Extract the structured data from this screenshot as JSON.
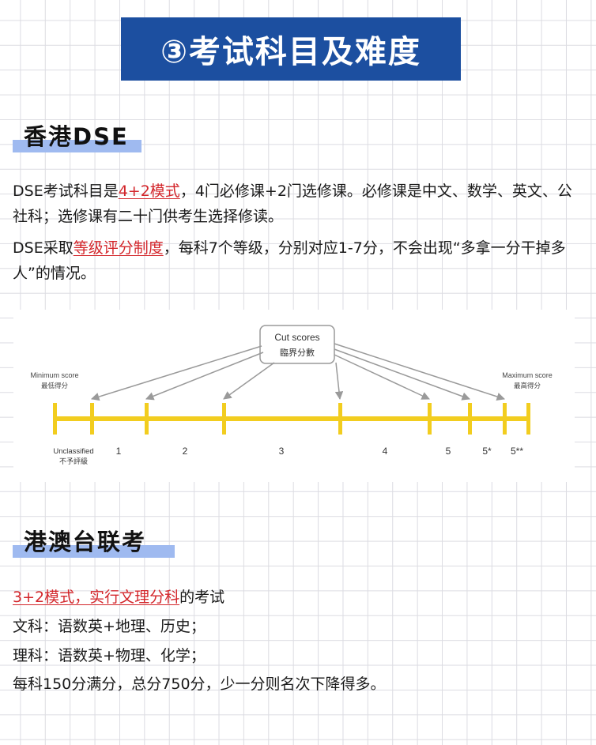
{
  "title": "③考试科目及难度",
  "section1": {
    "heading": "香港DSE",
    "p1_before": "DSE考试科目是",
    "p1_highlight": "4+2模式",
    "p1_after": "，4门必修课+2门选修课。必修课是中文、数学、英文、公社科；选修课有二十门供考生选择修读。",
    "p2_before": "DSE采取",
    "p2_highlight": "等级评分制度",
    "p2_after": "，每科7个等级，分别对应1-7分，不会出现“多拿一分干掉多人”的情况。"
  },
  "diagram": {
    "cut_scores_en": "Cut scores",
    "cut_scores_zh": "臨界分數",
    "min_en": "Minimum score",
    "min_zh": "最低得分",
    "max_en": "Maximum score",
    "max_zh": "最高得分",
    "unclassified_en": "Unclassified",
    "unclassified_zh": "不予評級",
    "levels": [
      "1",
      "2",
      "3",
      "4",
      "5",
      "5*",
      "5**"
    ],
    "bar_color": "#f2cd1f",
    "arrow_color": "#9a9a9a"
  },
  "section2": {
    "heading": "港澳台联考",
    "line1_highlight": "3+2模式，实行文理分科",
    "line1_after": "的考试",
    "line2": "文科：语数英+地理、历史；",
    "line3": "理科：语数英+物理、化学；",
    "line4": "每科150分满分，总分750分，少一分则名次下降得多。"
  },
  "colors": {
    "title_bg": "#1c4fa0",
    "highlight": "#d3262b",
    "heading_bar": "#9fbaf0"
  }
}
